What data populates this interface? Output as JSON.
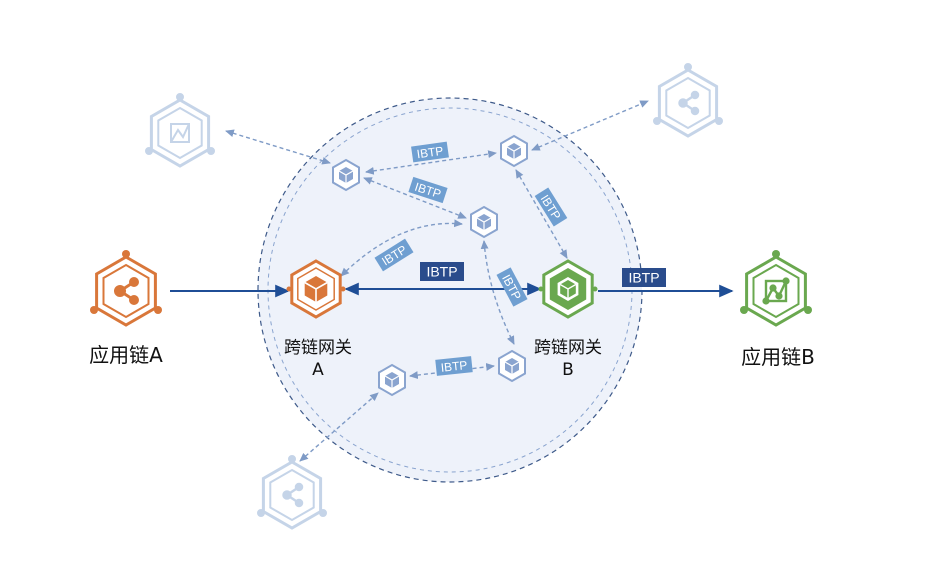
{
  "colors": {
    "chain_a": "#d9773a",
    "chain_b": "#6aa84f",
    "faded_chain": "#c5d4e8",
    "relay_node": "#8aa4cf",
    "dashed_link": "#7f9bc6",
    "solid_link": "#1f4e96",
    "tag_light": "#6f9fd1",
    "tag_dark": "#2a4c8c",
    "circle_fill": "#eef2fa",
    "circle_border": "#3e5a8a"
  },
  "nodes": {
    "app_chain_a": {
      "label": "应用链A",
      "icon": "share-network-icon"
    },
    "app_chain_b": {
      "label": "应用链B",
      "icon": "graph-network-icon"
    },
    "gateway_a": {
      "label_line1": "跨链网关",
      "label_line2": "A",
      "icon": "cube-icon"
    },
    "gateway_b": {
      "label_line1": "跨链网关",
      "label_line2": "B",
      "icon": "cube-icon"
    }
  },
  "links": {
    "tag": "IBTP"
  }
}
